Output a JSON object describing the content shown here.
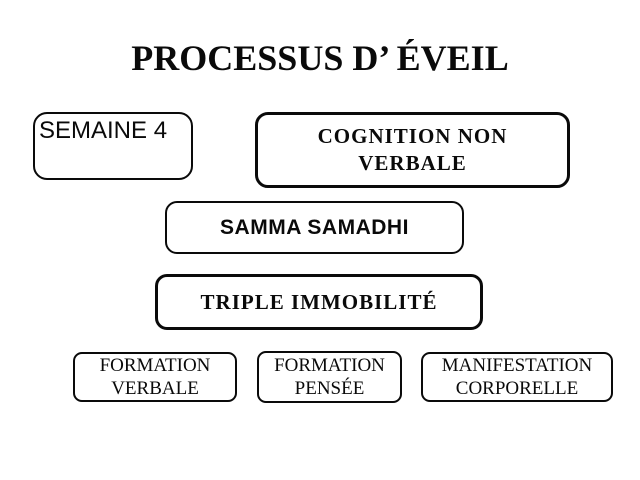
{
  "slide": {
    "title": "PROCESSUS D’ ÉVEIL",
    "background_color": "#ffffff",
    "text_color": "#000000",
    "border_color": "#000000"
  },
  "diagram": {
    "nodes": [
      {
        "id": "semaine-4",
        "lines": [
          "SEMAINE 4"
        ]
      },
      {
        "id": "cognition-non-verbale",
        "lines": [
          "COGNITION NON",
          "VERBALE"
        ]
      },
      {
        "id": "samma-samadhi",
        "lines": [
          "SAMMA SAMADHI"
        ]
      },
      {
        "id": "triple-immobilite",
        "lines": [
          "TRIPLE IMMOBILITÉ"
        ]
      },
      {
        "id": "formation-verbale",
        "lines": [
          "FORMATION",
          "VERBALE"
        ]
      },
      {
        "id": "formation-pensee",
        "lines": [
          "FORMATION",
          "PENSÉE"
        ]
      },
      {
        "id": "manifestation-corporelle",
        "lines": [
          "MANIFESTATION",
          "CORPORELLE"
        ]
      }
    ]
  }
}
